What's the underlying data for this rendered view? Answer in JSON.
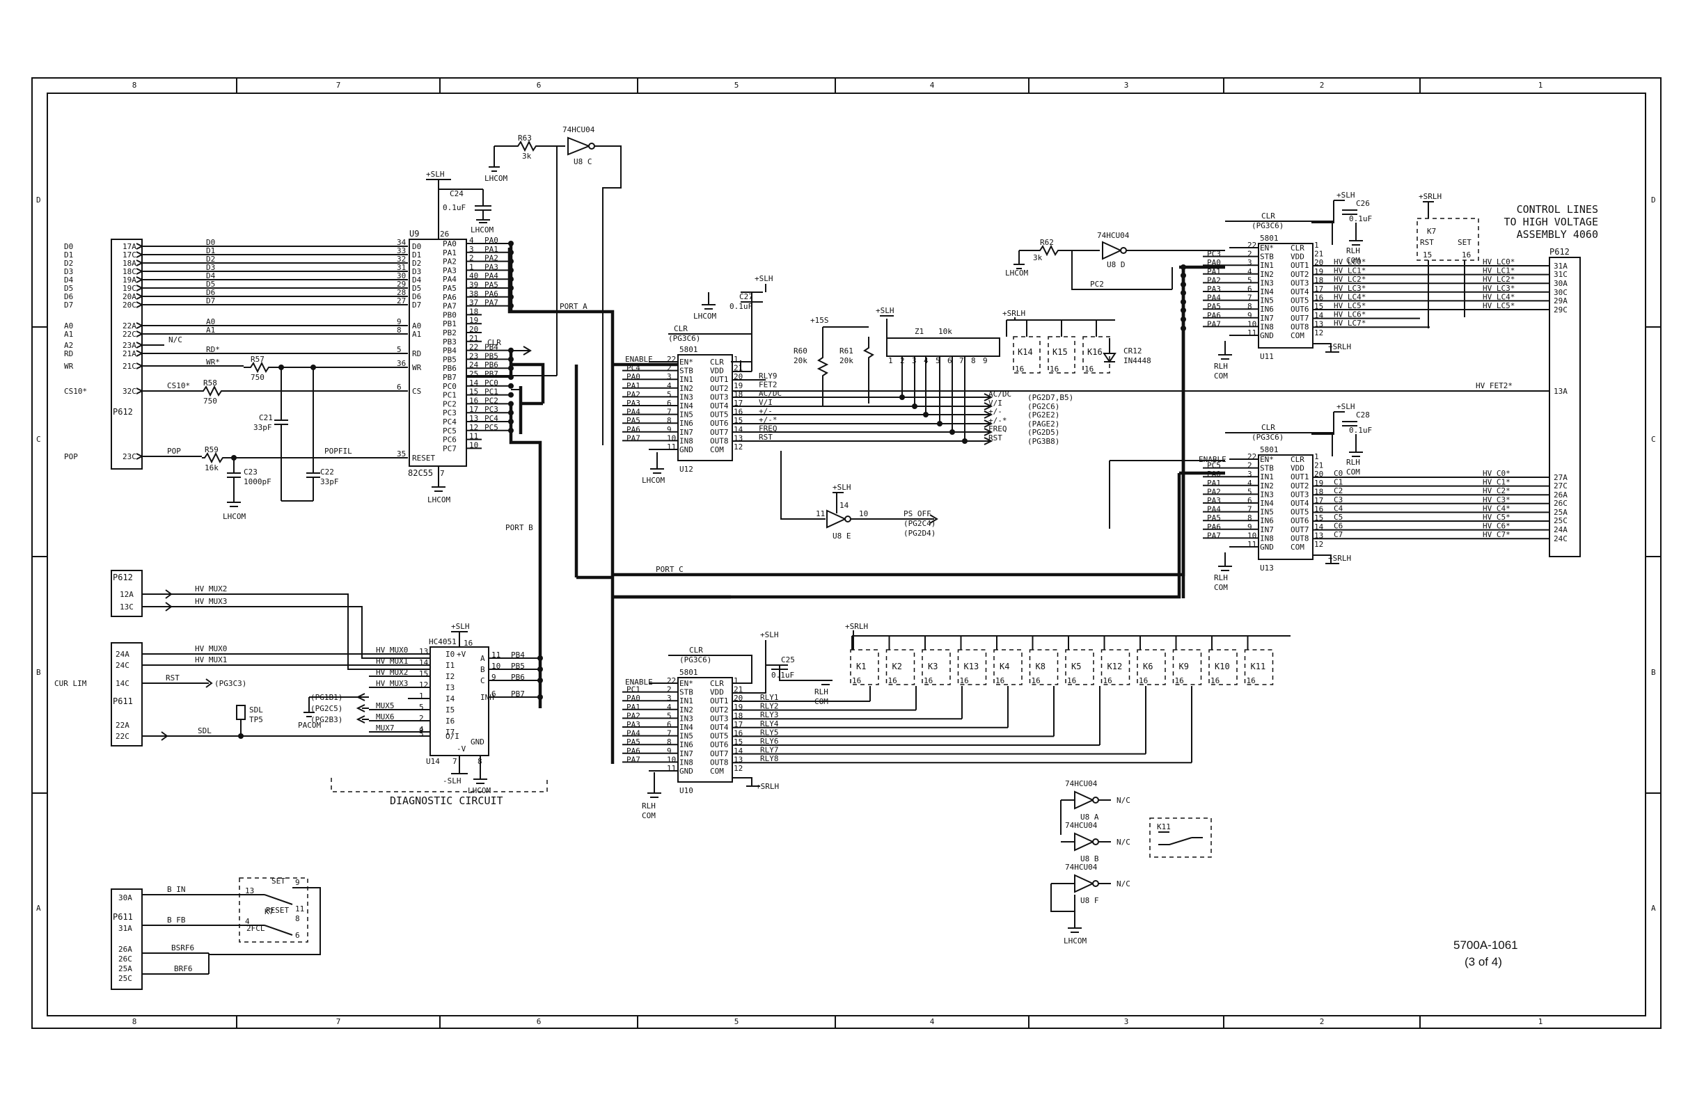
{
  "zones_top": [
    "8",
    "7",
    "6",
    "5",
    "4",
    "3",
    "2",
    "1"
  ],
  "zones_bottom": [
    "8",
    "7",
    "6",
    "5",
    "4",
    "3",
    "2",
    "1"
  ],
  "zones_side": [
    "D",
    "C",
    "B",
    "A"
  ],
  "drawing_number": "5700A-1061",
  "sheet_of": "(3 of 4)",
  "diagnostic_label": "DIAGNOSTIC CIRCUIT",
  "control_note": [
    "CONTROL LINES",
    "TO HIGH VOLTAGE",
    "ASSEMBLY 4060"
  ],
  "p612_main": {
    "name": "P612",
    "pins": [
      "17A",
      "17C",
      "18A",
      "18C",
      "19A",
      "19C",
      "20A",
      "20C",
      "22A",
      "22C",
      "23A",
      "21A",
      "21C",
      "32C",
      "23C"
    ],
    "signals": [
      "D0",
      "D1",
      "D2",
      "D3",
      "D4",
      "D5",
      "D6",
      "D7",
      "A0",
      "A1",
      "A2",
      "RD",
      "WR",
      "CS10*",
      "POP"
    ]
  },
  "u9": {
    "ref": "U9",
    "part": "82C55",
    "left_pins": [
      "34",
      "33",
      "32",
      "31",
      "30",
      "29",
      "28",
      "27",
      "9",
      "8",
      "5",
      "36",
      "6",
      "35"
    ],
    "left_names": [
      "D0",
      "D1",
      "D2",
      "D3",
      "D4",
      "D5",
      "D6",
      "D7",
      "A0",
      "A1",
      "RD",
      "WR",
      "CS",
      "RESET"
    ],
    "right_pins": [
      "4",
      "3",
      "2",
      "1",
      "40",
      "39",
      "38",
      "37",
      "18",
      "19",
      "20",
      "21",
      "22",
      "23",
      "24",
      "25",
      "14",
      "15",
      "16",
      "17",
      "13",
      "12",
      "11",
      "10"
    ],
    "right_names": [
      "PA0",
      "PA1",
      "PA2",
      "PA3",
      "PA4",
      "PA5",
      "PA6",
      "PA7",
      "PB0",
      "PB1",
      "PB2",
      "PB3",
      "PB4",
      "PB5",
      "PB6",
      "PB7",
      "PC0",
      "PC1",
      "PC2",
      "PC3",
      "PC4",
      "PC5",
      "PC6",
      "PC7"
    ],
    "nets_pa": [
      "PA0",
      "PA1",
      "PA2",
      "PA3",
      "PA4",
      "PA5",
      "PA6",
      "PA7"
    ],
    "nets_pb": [
      "PB4",
      "PB5",
      "PB6",
      "PB7"
    ],
    "nets_pc": [
      "PC0",
      "PC1",
      "PC2",
      "PC3",
      "PC4",
      "PC5"
    ],
    "vcc_pin": "26",
    "gnd_pin": "7"
  },
  "passives": {
    "r63": [
      "R63",
      "3k"
    ],
    "r57": [
      "R57",
      "750"
    ],
    "r58": [
      "R58",
      "750"
    ],
    "r59": [
      "R59",
      "16k"
    ],
    "c24": [
      "C24",
      "0.1uF"
    ],
    "c21": [
      "C21",
      "33pF"
    ],
    "c23": [
      "C23",
      "1000pF"
    ],
    "c22": [
      "C22",
      "33pF"
    ],
    "r62": [
      "R62",
      "3k"
    ],
    "c26": [
      "C26",
      "0.1uF"
    ],
    "c28": [
      "C28",
      "0.1uF"
    ],
    "c27": [
      "C27",
      "0.1uF"
    ],
    "c25": [
      "C25",
      "0.1uF"
    ],
    "r60": [
      "R60",
      "20k"
    ],
    "r61": [
      "R61",
      "20k"
    ],
    "z1": [
      "Z1",
      "10k"
    ],
    "cr12": [
      "CR12",
      "IN4448"
    ]
  },
  "nets_misc": {
    "nc": "N/C",
    "rd": "RD*",
    "wr": "WR*",
    "cs": "CS10*",
    "pop": "POP",
    "popfil": "POPFIL",
    "port_a": "PORT A",
    "port_b": "PORT B",
    "port_c": "PORT C",
    "pc2": "PC2",
    "clr": "CLR",
    "enable": "ENABLE",
    "ps_off": [
      "PS OFF",
      "(PG2C4)",
      "(PG2D4)"
    ],
    "hv_fet2": "HV FET2*",
    "u8c": [
      "74HCU04",
      "U8 C"
    ],
    "u8d": [
      "74HCU04",
      "U8 D"
    ],
    "u8e": "U8 E",
    "u8a": [
      "74HCU04",
      "U8 A"
    ],
    "u8b": [
      "74HCU04",
      "U8 B"
    ],
    "u8f": [
      "74HCU04",
      "U8 F"
    ],
    "k7_label": "K7",
    "k11_label": "K11",
    "tp": [
      "SDL",
      "TP5"
    ],
    "sdl": "SDL",
    "sdl_pin": "3",
    "u8e_pins": [
      "11",
      "10",
      "14"
    ]
  },
  "power": {
    "slh": "+SLH",
    "srlh": "+SRLH",
    "lhcom": "LHCOM",
    "rlh": "RLH",
    "com": "COM",
    "p15": "+15S",
    "mslh": "-SLH",
    "pacom": "PACOM"
  },
  "chip_5801": {
    "part": "5801",
    "clr_ref": "(PG3C6)",
    "left_pins": [
      "22",
      "2",
      "3",
      "4",
      "5",
      "6",
      "7",
      "8",
      "9",
      "10",
      "11"
    ],
    "left_names": [
      "EN*",
      "STB",
      "IN1",
      "IN2",
      "IN3",
      "IN4",
      "IN5",
      "IN6",
      "IN7",
      "IN8",
      "GND"
    ],
    "right_pins": [
      "1",
      "21",
      "20",
      "19",
      "18",
      "17",
      "16",
      "15",
      "14",
      "13",
      "12"
    ],
    "right_names": [
      "CLR",
      "VDD",
      "OUT1",
      "OUT2",
      "OUT3",
      "OUT4",
      "OUT5",
      "OUT6",
      "OUT7",
      "OUT8",
      "COM"
    ]
  },
  "u12": {
    "ref": "U12",
    "inputs": [
      "PC4",
      "PA0",
      "PA1",
      "PA2",
      "PA3",
      "PA4",
      "PA5",
      "PA6",
      "PA7"
    ],
    "outputs": [
      "RLY9",
      "FET2",
      "AC/DC",
      "V/I",
      "+/-",
      "+/-*",
      "FREQ",
      "RST"
    ],
    "refs": [
      "(PG2D7,B5)",
      "(PG2C6)",
      "(PG2E2)",
      "(PAGE2)",
      "(PG2D5)",
      "(PG3B8)"
    ],
    "ref_nets": [
      "AC/DC",
      "V/I",
      "+/-",
      "+/-*",
      "FREQ",
      "RST"
    ]
  },
  "u10": {
    "ref": "U10",
    "inputs": [
      "PC1",
      "PA0",
      "PA1",
      "PA2",
      "PA3",
      "PA4",
      "PA5",
      "PA6",
      "PA7"
    ],
    "outputs": [
      "RLY1",
      "RLY2",
      "RLY3",
      "RLY4",
      "RLY5",
      "RLY6",
      "RLY7",
      "RLY8"
    ]
  },
  "u11": {
    "ref": "U11",
    "inputs": [
      "PC3",
      "PA0",
      "PA1",
      "PA2",
      "PA3",
      "PA4",
      "PA5",
      "PA6",
      "PA7"
    ],
    "outputs": [
      "HV LC0*",
      "HV LC1*",
      "HV LC2*",
      "HV LC3*",
      "HV LC4*",
      "HV LC5*",
      "HV LC6*",
      "HV LC7*"
    ],
    "out_right": [
      "HV LC0*",
      "HV LC1*",
      "HV LC2*",
      "HV LC3*",
      "HV LC4*",
      "HV LC5*"
    ]
  },
  "u13": {
    "ref": "U13",
    "inputs": [
      "PC5",
      "PA0",
      "PA1",
      "PA2",
      "PA3",
      "PA4",
      "PA5",
      "PA6",
      "PA7"
    ],
    "outputs": [
      "C0",
      "C1",
      "C2",
      "C3",
      "C4",
      "C5",
      "C6",
      "C7"
    ],
    "out_right": [
      "HV C0*",
      "HV C1*",
      "HV C2*",
      "HV C3*",
      "HV C4*",
      "HV C5*",
      "HV C6*",
      "HV C7*"
    ]
  },
  "p612_right": {
    "name": "P612",
    "pins": [
      "31A",
      "31C",
      "30A",
      "30C",
      "29A",
      "29C",
      "13A",
      "27A",
      "27C",
      "26A",
      "26C",
      "25A",
      "25C",
      "24A",
      "24C"
    ]
  },
  "relays_top": [
    "K14",
    "K15",
    "K16"
  ],
  "relays_k7": [
    "K7",
    "RST",
    "SET",
    "15",
    "16"
  ],
  "relays_bottom": [
    "K1",
    "K2",
    "K3",
    "K13",
    "K4",
    "K8",
    "K5",
    "K12",
    "K6",
    "K9",
    "K10",
    "K11"
  ],
  "mux": {
    "ref": "U14",
    "part": "HC4051",
    "left_pins": [
      "13",
      "14",
      "15",
      "12",
      "1",
      "5",
      "2",
      "4",
      "3"
    ],
    "left_names": [
      "I0",
      "I1",
      "I2",
      "I3",
      "I4",
      "I5",
      "I6",
      "I7",
      "O/I"
    ],
    "left_nets": [
      "HV MUX0",
      "HV MUX1",
      "HV MUX2",
      "HV MUX3",
      "",
      "MUX5",
      "MUX6",
      "MUX7"
    ],
    "refs": [
      "(PG1B1)",
      "(PG2C5)",
      "(PG2B3)"
    ],
    "right_pins": [
      "11",
      "10",
      "9",
      "6"
    ],
    "right_names": [
      "A",
      "B",
      "C",
      "INH"
    ],
    "right_nets": [
      "PB4",
      "PB5",
      "PB6",
      "PB7"
    ],
    "pins_misc": [
      "16",
      "+V",
      "-V",
      "GND",
      "7",
      "8"
    ]
  },
  "p612_mux": {
    "name": "P612",
    "pins": [
      "12A",
      "13C"
    ],
    "nets": [
      "HV MUX2",
      "HV MUX3"
    ]
  },
  "p611_mux": {
    "name": "P611",
    "pins": [
      "24A",
      "24C",
      "14C",
      "22A",
      "22C"
    ],
    "nets": [
      "HV MUX0",
      "HV MUX1",
      "RST",
      "(PG3C3)"
    ],
    "cur_lim": "CUR LIM"
  },
  "p611_k7": {
    "name": "P611",
    "pins": [
      "30A",
      "31A",
      "26A",
      "26C",
      "25A",
      "25C"
    ],
    "nets": [
      "B IN",
      "B FB",
      "BSRF6",
      "BRF6"
    ],
    "k7_pins": [
      "13",
      "4",
      "9",
      "11",
      "8",
      "6"
    ],
    "k7_tags": [
      "SET",
      "RESET",
      "2FCL"
    ]
  }
}
